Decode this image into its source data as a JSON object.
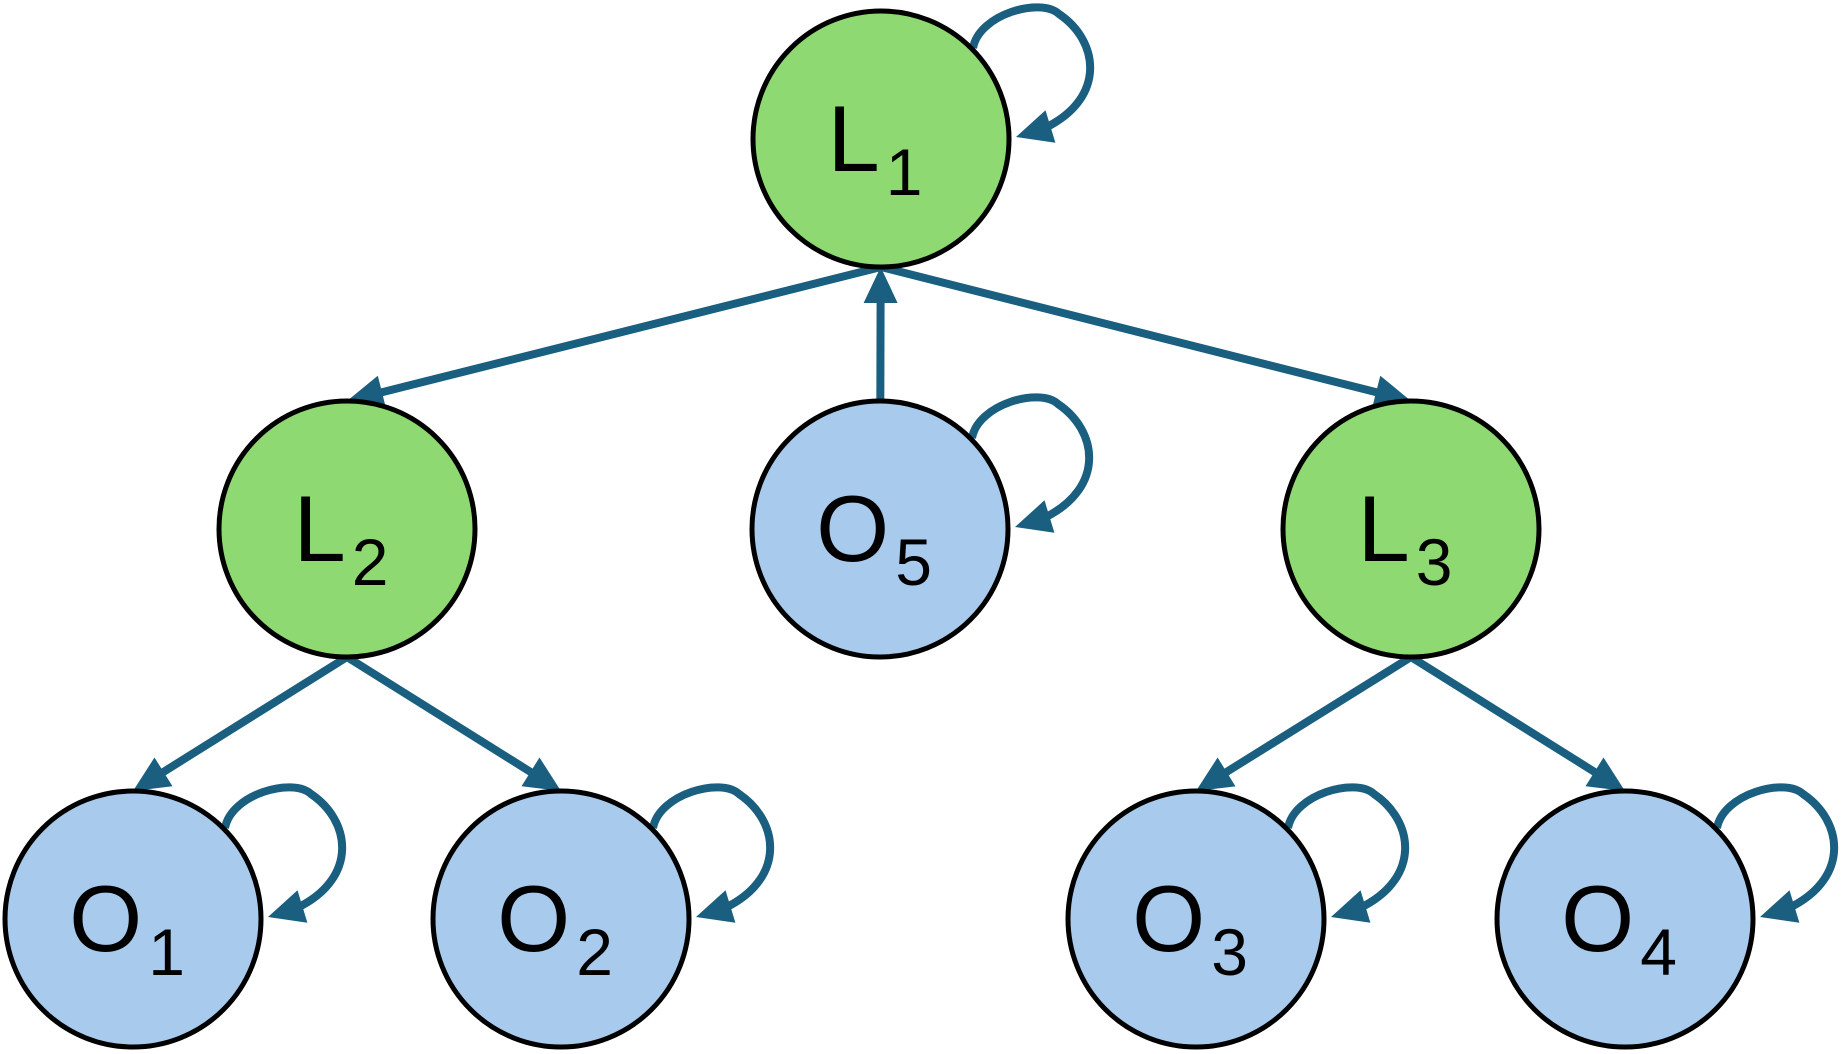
{
  "colors": {
    "latent_fill": "#8FD973",
    "observed_fill": "#A8CAEC",
    "edge": "#1A5F80",
    "outline": "#000000"
  },
  "nodes": [
    {
      "id": "L1",
      "letter": "L",
      "sub": "1",
      "kind": "latent",
      "self_loop": true
    },
    {
      "id": "L2",
      "letter": "L",
      "sub": "2",
      "kind": "latent",
      "self_loop": false
    },
    {
      "id": "O5",
      "letter": "O",
      "sub": "5",
      "kind": "observed",
      "self_loop": true
    },
    {
      "id": "L3",
      "letter": "L",
      "sub": "3",
      "kind": "latent",
      "self_loop": false
    },
    {
      "id": "O1",
      "letter": "O",
      "sub": "1",
      "kind": "observed",
      "self_loop": true
    },
    {
      "id": "O2",
      "letter": "O",
      "sub": "2",
      "kind": "observed",
      "self_loop": true
    },
    {
      "id": "O3",
      "letter": "O",
      "sub": "3",
      "kind": "observed",
      "self_loop": true
    },
    {
      "id": "O4",
      "letter": "O",
      "sub": "4",
      "kind": "observed",
      "self_loop": true
    }
  ],
  "edges": [
    {
      "from": "L1",
      "to": "L2"
    },
    {
      "from": "L1",
      "to": "L3"
    },
    {
      "from": "O5",
      "to": "L1"
    },
    {
      "from": "L2",
      "to": "O1"
    },
    {
      "from": "L2",
      "to": "O2"
    },
    {
      "from": "L3",
      "to": "O3"
    },
    {
      "from": "L3",
      "to": "O4"
    }
  ]
}
